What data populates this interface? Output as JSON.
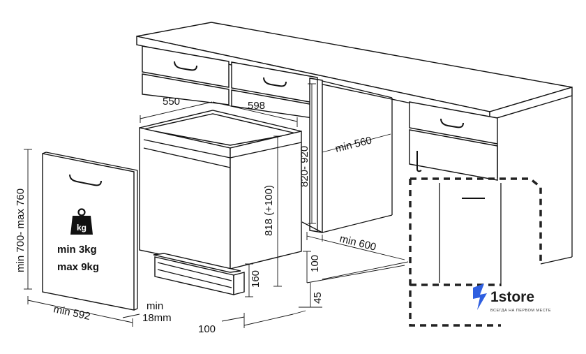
{
  "dimensions": {
    "depth": "550",
    "width": "598",
    "cabinet_height": "820- 920",
    "niche_depth": "min 560",
    "appliance_height": "818 (+100)",
    "niche_min_depth": "min 600",
    "plinth_height": "100",
    "foot_height": "160",
    "foot_offset": "45",
    "plinth_depth": "100",
    "door_height": "min 700- max 760",
    "door_width": "min 592",
    "door_thickness_top": "min",
    "door_thickness_bottom": "18mm"
  },
  "weight": {
    "icon_label": "kg",
    "min": "min  3kg",
    "max": "max 9kg"
  },
  "brand": {
    "name": "1store",
    "tagline": "ВСЕГДА НА ПЕРВОМ МЕСТЕ",
    "color": "#2f5fe0"
  }
}
